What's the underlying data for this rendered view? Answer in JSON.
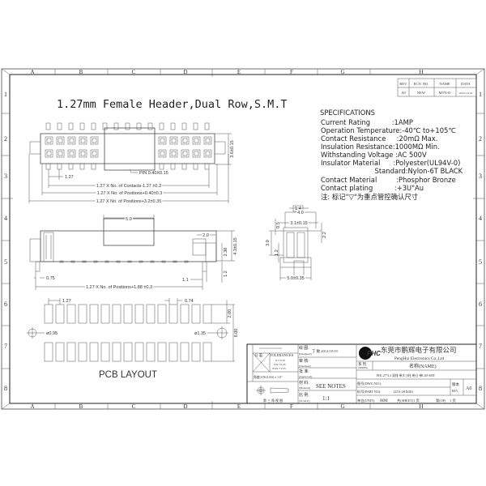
{
  "frame": {
    "columns": [
      "A",
      "B",
      "C",
      "D",
      "E",
      "F",
      "G",
      "H"
    ],
    "rows": [
      "1",
      "2",
      "3",
      "4",
      "5",
      "6",
      "7",
      "8"
    ]
  },
  "revision_table": {
    "headers": [
      "REV.",
      "ECN. NO.",
      "NAME",
      "DATA"
    ],
    "row": [
      "A0",
      "NEW",
      "MTN-D",
      "2012-10-19"
    ]
  },
  "title": "1.27mm Female Header,Dual Row,S.M.T",
  "specifications": {
    "heading": "SPECIFICATIONS",
    "lines": [
      "Current Rating          :1AMP",
      "Operation Temperature:-40℃ to+105℃",
      "Contact Resistance     :20mΩ Max.",
      "Insulation Resistance:1000MΩ Min.",
      "Withstanding Voltage :AC 500V",
      "Insulator Material      :Polyester(UL94V-0)",
      "                         Standard:Nylon-6T BLACK",
      "Contact Material         :Phosphor Bronze",
      "Contact plating          :+3U\"Au"
    ],
    "note": "注: 标记\"▽\"为重点管控确认尺寸"
  },
  "top_view": {
    "pin_label": "PIN 0.40X0.15",
    "pitch": "1.27",
    "dim1": "1.27 X No. of Contacts-1.27 ±0.3",
    "dim2": "1.27 X No. of Positions+0.40±0.3",
    "dim3": "1.27 X No. of Positions+3.2±0.35",
    "height_dim": "3.6±0.15"
  },
  "side_view": {
    "dim_top": "5.0",
    "dim_right": "2.0",
    "dim_2_30": "2.30",
    "dim_4_3": "4.3±0.15",
    "dim_0_75": "0.75",
    "dim_1_1": "1.1",
    "dim_1_2": "1.2",
    "dim_length": "1.27 X No. of Positions+1.88 ±0.3"
  },
  "end_view": {
    "dim_1_4": "1.4",
    "dim_4_0": "4.0",
    "dim_3_1": "3.1±0.15",
    "dim_0_5": "0.5",
    "dim_2_2": "2.2",
    "dim_3_0": "3.0",
    "dim_1_2": "1.2",
    "dim_5_0": "5.0±0.35"
  },
  "pcb_layout": {
    "label": "PCB LAYOUT",
    "pitch": "1.27",
    "pad_width": "0.74",
    "hole_left": "ø0.95",
    "hole_right": "ø1.35",
    "pad_len": "2.00",
    "row_span": "6.00"
  },
  "title_block": {
    "tolerance_header": "TOLERANCES",
    "tolerance_prefix": "公 差:",
    "tol_values": [
      "X.± 0.10",
      "XX ± 0.20",
      "XXX ± 0.15"
    ],
    "angles": "角度(ANGLES)  ± 1.0°",
    "projection": "第 三 角 视 图",
    "designed_label": "绘  图:",
    "designed_sub": "(Designed)",
    "designed_value": "丁 敏 2012/10/19",
    "checked_label": "审  核:",
    "checked_sub": "(Checked)",
    "approved_label": "批  准:",
    "approved_sub": "(Approved)",
    "material_label": "材  料:",
    "material_sub": "(Material)",
    "material_value": "SEE NOTES",
    "scale_label": "比  例:",
    "scale_sub": "(SCALE)",
    "scale_value": "1:1",
    "logo": "PHC",
    "company_cn": "东莞市鹏辉电子有限公司",
    "company_en": "PengHui Electronics Co.,Ltd",
    "series_label": "系  列",
    "series_sub": "(SERIES)",
    "name_label": "名称(NAME)",
    "name_value": "PH1.27*4.3 双排 带大小柱 带凸 带CAP SMT",
    "dwg_label": "图号(DWG NO.):",
    "part_label": "料号(PART NO):",
    "part_value": "1253-2SX001",
    "rev_label": "版本",
    "rev_sub": "REV.",
    "rev_value": "A0",
    "unit_label": "单位(UNIT):",
    "unit_value": "MM",
    "sheet_label": "共(SHEET)",
    "sheet_value": "1 页",
    "of_label": "第(OF)",
    "of_value": "1 页"
  }
}
